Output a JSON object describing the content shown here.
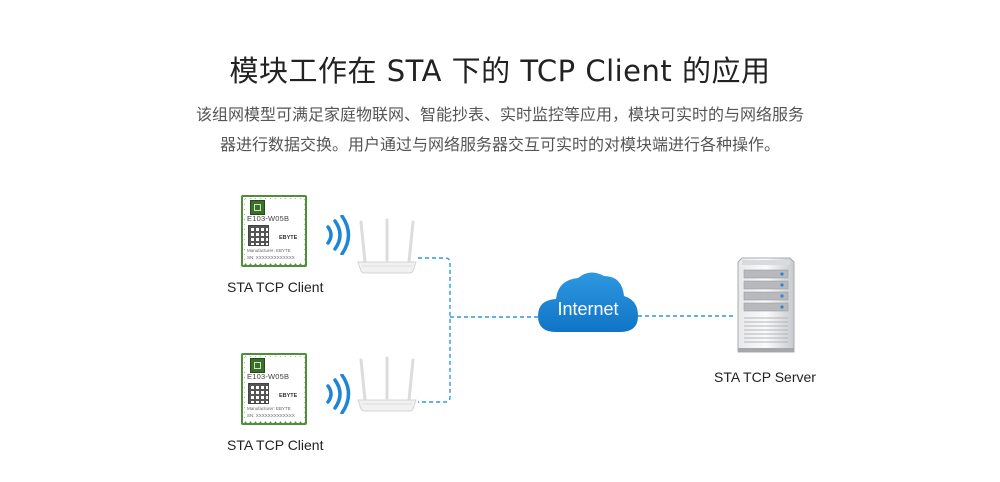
{
  "title": "模块工作在 STA 下的 TCP Client 的应用",
  "description": {
    "line1": "该组网模型可满足家庭物联网、智能抄表、实时监控等应用，模块可实时的与网络服务",
    "line2": "器进行数据交换。用户通过与网络服务器交互可实时的对模块端进行各种操作。"
  },
  "clients": [
    {
      "label": "STA  TCP Client",
      "model": "E103-W05B",
      "brand": "EBYTE",
      "manufacturer": "Manufacturer: EBYTE",
      "sn": "SN: XXXXXXXXXXXXX"
    },
    {
      "label": "STA  TCP Client",
      "model": "E103-W05B",
      "brand": "EBYTE",
      "manufacturer": "Manufacturer: EBYTE",
      "sn": "SN: XXXXXXXXXXXXX"
    }
  ],
  "cloud": {
    "label": "Internet"
  },
  "server": {
    "label": "STA  TCP  Server"
  },
  "colors": {
    "wifi": "#1f86d6",
    "link": "#2b9ad8",
    "cloud": "#1684d4",
    "module_border": "#4f8e3b"
  }
}
